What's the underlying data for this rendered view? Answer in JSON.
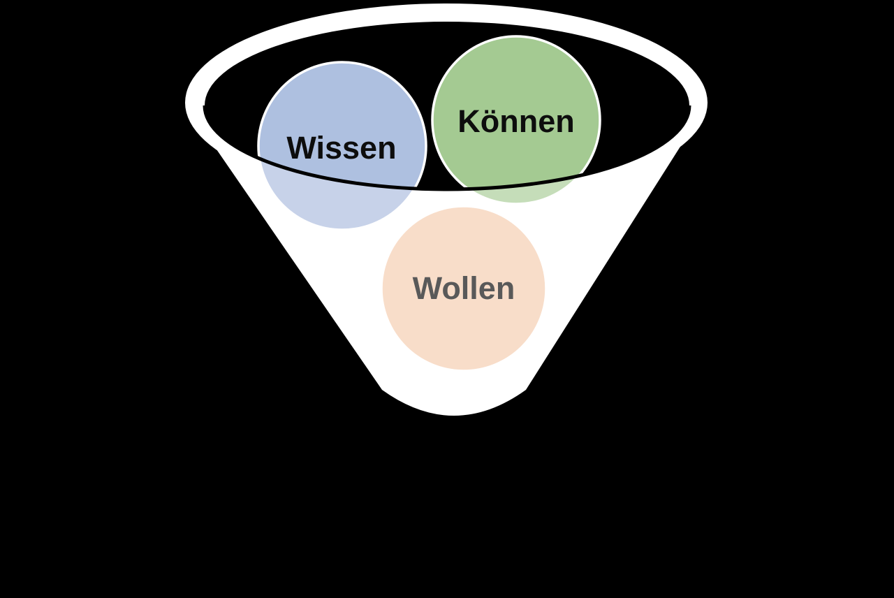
{
  "page": {
    "background_color": "#000000"
  },
  "diagram": {
    "type": "funnel-diagram",
    "funnel": {
      "body_color": "#ffffff",
      "mouth_color": "#000000",
      "rim_edge_color": "#000000"
    },
    "circles": [
      {
        "label": "Wissen",
        "label_color": "#0d0d0d",
        "fill_in_mouth": "#aec0e0",
        "fill_in_body": "#c7d2e9",
        "stroke_color": "#ffffff"
      },
      {
        "label": "Können",
        "label_color": "#0d0d0d",
        "fill_in_mouth": "#a4ca92",
        "fill_in_body": "#c5ddb9",
        "stroke_color": "#ffffff"
      },
      {
        "label": "Wollen",
        "label_color": "#595959",
        "fill_in_mouth": "#f8ddc9",
        "fill_in_body": "#f8ddc9",
        "stroke_color": "#ffffff"
      }
    ]
  }
}
